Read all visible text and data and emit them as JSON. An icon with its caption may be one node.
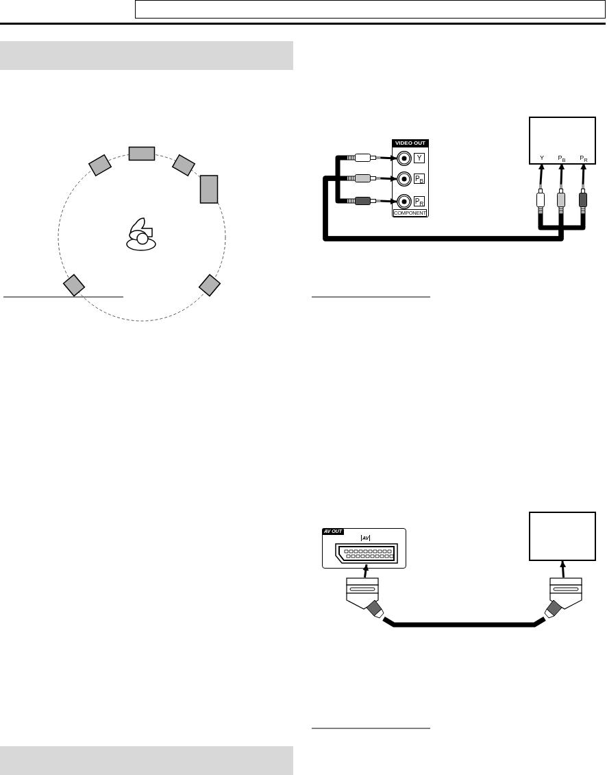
{
  "diagram": {
    "nodes": [
      {
        "text": [
          "VIDEO OUT",
          "COMPONENT"
        ]
      },
      {
        "text": [
          "Y"
        ],
        "in": 0
      },
      {
        "text": [
          "P$_{B}$"
        ],
        "in": 0
      },
      {
        "text": [
          "P$_{R}$"
        ],
        "in": 0
      },
      {
        "text": [],
        "shape": "box"
      },
      {
        "text": [
          "Y"
        ],
        "in": 4
      },
      {
        "text": [
          "P$_{B}$"
        ],
        "in": 4
      },
      {
        "text": [
          "P$_{R}$"
        ],
        "in": 4
      },
      {
        "text": [],
        "shape": "plug"
      },
      {
        "text": [],
        "shape": "plug"
      },
      {
        "text": [],
        "shape": "plug"
      },
      {
        "text": [],
        "shape": "plug"
      },
      {
        "text": [],
        "shape": "plug"
      },
      {
        "text": [],
        "shape": "plug"
      },
      {
        "text": [
          "AV OUT"
        ]
      },
      {
        "text": [
          "AV"
        ],
        "in": 14
      },
      {
        "text": [],
        "shape": "plug"
      },
      {
        "text": [],
        "shape": "plug"
      },
      {
        "text": [],
        "shape": "box"
      },
      {
        "text": [],
        "shape": "band"
      },
      {
        "text": [],
        "shape": "band"
      }
    ],
    "edges": [
      {
        "from": 8,
        "to": 1,
        "arrow": "to"
      },
      {
        "from": 9,
        "to": 2,
        "arrow": "to"
      },
      {
        "from": 10,
        "to": 3,
        "arrow": "to"
      },
      {
        "from": 11,
        "to": 5,
        "arrow": "to"
      },
      {
        "from": 12,
        "to": 6,
        "arrow": "to"
      },
      {
        "from": 13,
        "to": 7,
        "arrow": "to"
      },
      {
        "from": 8,
        "to": 11,
        "arrow": "none",
        "style": "thick"
      },
      {
        "from": 9,
        "to": 12,
        "arrow": "none",
        "style": "thick"
      },
      {
        "from": 10,
        "to": 13,
        "arrow": "none",
        "style": "thick"
      },
      {
        "from": 16,
        "to": 15,
        "arrow": "to"
      },
      {
        "from": 17,
        "to": 18,
        "arrow": "to"
      },
      {
        "from": 16,
        "to": 17,
        "arrow": "none",
        "style": "thick"
      }
    ]
  }
}
